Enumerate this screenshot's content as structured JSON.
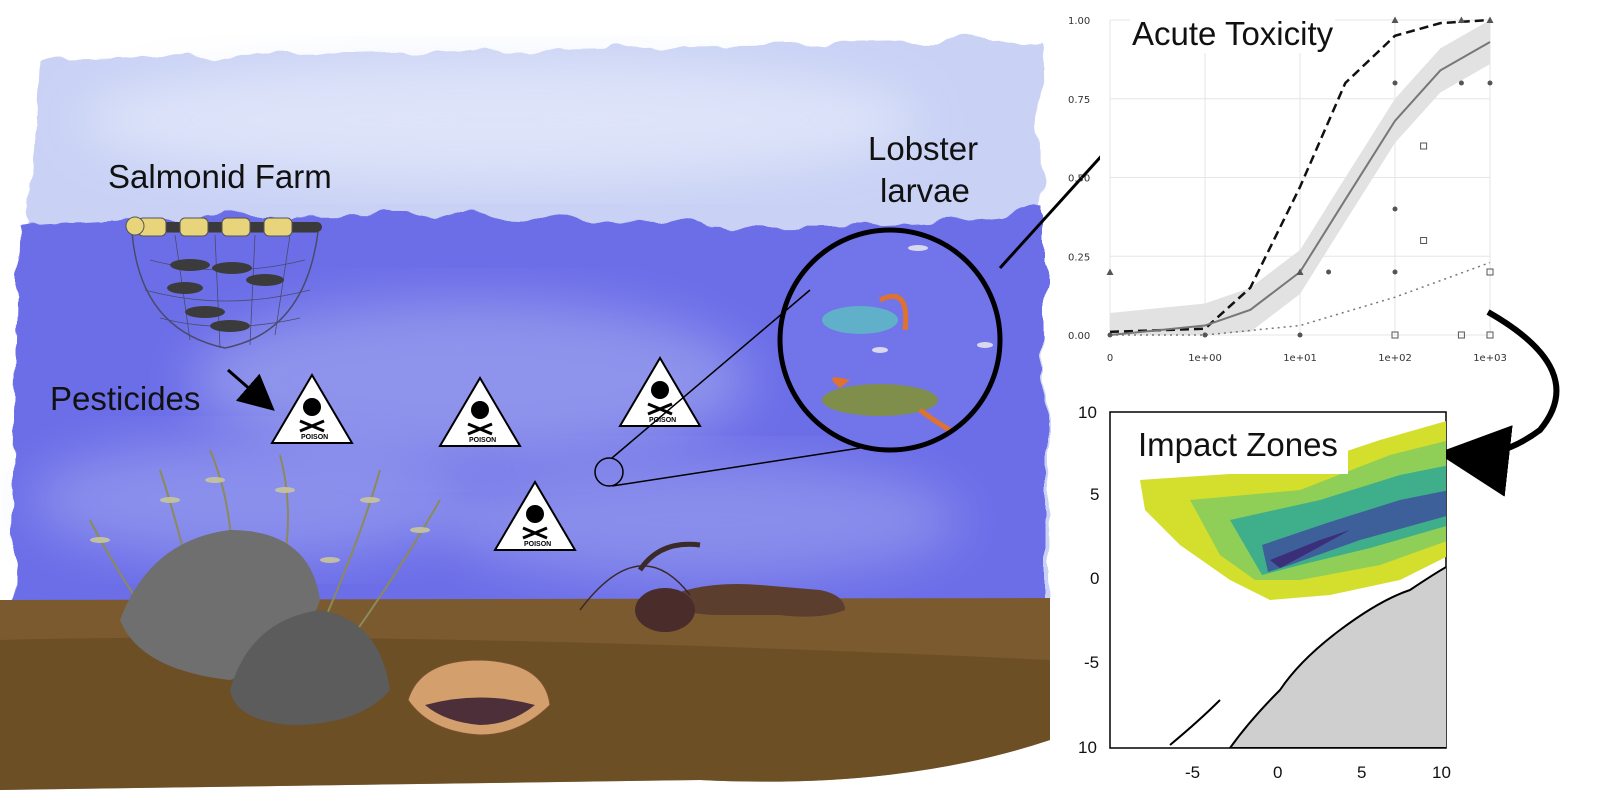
{
  "labels": {
    "farm": "Salmonid Farm",
    "larvae_line1": "Lobster",
    "larvae_line2": "larvae",
    "pesticides": "Pesticides",
    "acute_toxicity": "Acute Toxicity",
    "impact_zones": "Impact Zones",
    "poison_sign": "POISON"
  },
  "colors": {
    "water": "#6c6ee8",
    "sky_wash": "#c9d2f5",
    "seabed": "#7a5a2e",
    "shading_band": "#e2e2e2",
    "impact_yellow": "#d4de2c",
    "impact_green": "#3fae8a",
    "impact_blue": "#3d5f9a",
    "impact_core": "#3c2f7a",
    "land_gray": "#cfcfcf"
  },
  "icons": [
    "skull-crossbones-icon",
    "arrow-icon",
    "magnifier-circle-icon"
  ],
  "chart_data": [
    {
      "type": "line",
      "title": "",
      "xscale": "log",
      "x_tick_labels": [
        "0",
        "1e+00",
        "1e+01",
        "1e+02",
        "1e+03"
      ],
      "y_tick_labels": [
        "0.00",
        "0.25",
        "0.50",
        "0.75",
        "1.00"
      ],
      "ylim": [
        0,
        1
      ],
      "grid": true,
      "series": [
        {
          "style": "dashed",
          "x": [
            0.1,
            1,
            3,
            10,
            30,
            100,
            300,
            1000
          ],
          "y": [
            0.01,
            0.02,
            0.15,
            0.47,
            0.8,
            0.95,
            0.99,
            1.0
          ]
        },
        {
          "style": "solid",
          "x": [
            0.1,
            1,
            3,
            10,
            30,
            100,
            300,
            1000
          ],
          "y": [
            0.0,
            0.03,
            0.08,
            0.2,
            0.43,
            0.68,
            0.84,
            0.93
          ]
        },
        {
          "style": "dotted",
          "x": [
            0.1,
            1,
            10,
            100,
            1000
          ],
          "y": [
            0.0,
            0.0,
            0.03,
            0.12,
            0.23
          ]
        }
      ],
      "points": [
        {
          "x": 0.1,
          "y": 0.2,
          "marker": "triangle"
        },
        {
          "x": 0.1,
          "y": 0.0,
          "marker": "dot"
        },
        {
          "x": 1,
          "y": 0.0,
          "marker": "dot"
        },
        {
          "x": 10,
          "y": 0.2,
          "marker": "triangle"
        },
        {
          "x": 10,
          "y": 0.0,
          "marker": "dot"
        },
        {
          "x": 20,
          "y": 0.2,
          "marker": "dot"
        },
        {
          "x": 100,
          "y": 1.0,
          "marker": "triangle"
        },
        {
          "x": 100,
          "y": 0.8,
          "marker": "dot"
        },
        {
          "x": 100,
          "y": 0.4,
          "marker": "dot"
        },
        {
          "x": 100,
          "y": 0.2,
          "marker": "dot"
        },
        {
          "x": 100,
          "y": 0.0,
          "marker": "square"
        },
        {
          "x": 200,
          "y": 0.6,
          "marker": "square"
        },
        {
          "x": 200,
          "y": 0.3,
          "marker": "square"
        },
        {
          "x": 500,
          "y": 1.0,
          "marker": "triangle"
        },
        {
          "x": 500,
          "y": 0.8,
          "marker": "dot"
        },
        {
          "x": 500,
          "y": 0.0,
          "marker": "square"
        },
        {
          "x": 1000,
          "y": 1.0,
          "marker": "triangle"
        },
        {
          "x": 1000,
          "y": 0.8,
          "marker": "dot"
        },
        {
          "x": 1000,
          "y": 0.2,
          "marker": "square"
        },
        {
          "x": 1000,
          "y": 0.0,
          "marker": "square"
        }
      ]
    },
    {
      "type": "heatmap",
      "title": "",
      "x_tick_labels": [
        "-5",
        "0",
        "5",
        "10"
      ],
      "y_tick_labels": [
        "10",
        "5",
        "0",
        "-5",
        "10"
      ],
      "xlim": [
        -10,
        10
      ],
      "ylim": [
        -10,
        10
      ]
    }
  ]
}
